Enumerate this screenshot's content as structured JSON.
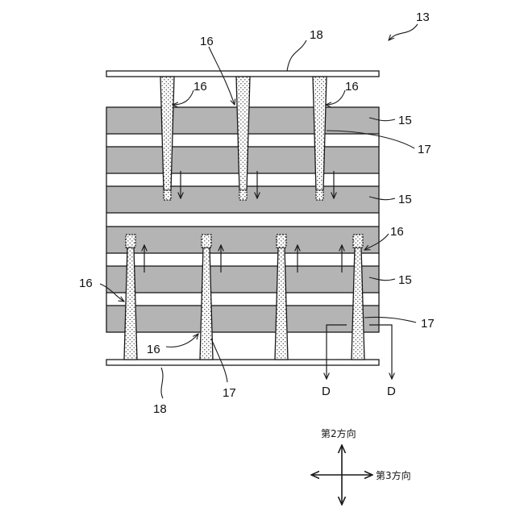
{
  "figure": {
    "ref_13": "13",
    "ref_15": "15",
    "ref_16": "16",
    "ref_17": "17",
    "ref_18": "18",
    "drain_label": "D",
    "dir_second": "第2方向",
    "dir_third": "第3方向"
  },
  "colors": {
    "layer_fill": "#b4b4b4",
    "stroke": "#1a1a1a",
    "pillar_fill": "#ffffff",
    "dot": "#555555"
  }
}
